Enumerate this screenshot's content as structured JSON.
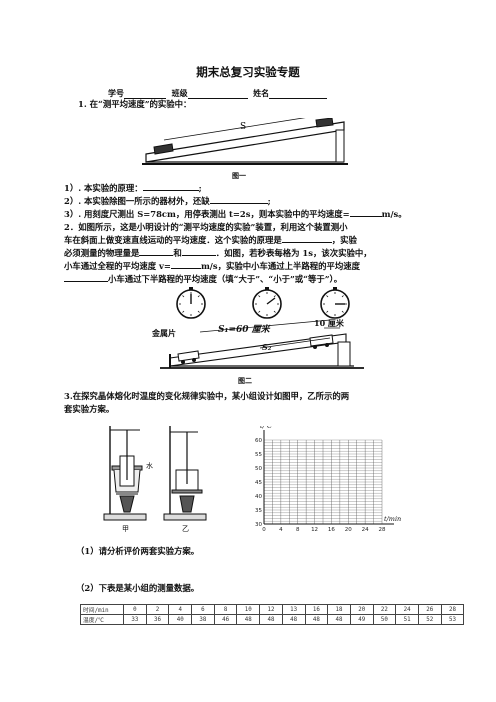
{
  "title": "期末总复习实验专题",
  "student": {
    "id_label": "学号",
    "class_label": "班级",
    "name_label": "姓名"
  },
  "q1": {
    "heading": "1. 在“测平均速度”的实验中：",
    "fig_label_s": "S",
    "fig_caption": "图一",
    "line1": "1）. 本实验的原理：",
    "line2": "2）. 本实验除图一所示的器材外，还缺",
    "line3a": "3）. 用刻度尺测出 S=78cm，用停表测出 t=2s，则本实验中的平均速度=",
    "line3b": "m/s。"
  },
  "q2": {
    "l1": "2．如图所示，这是小明设计的“测平均速度的实验”装置，利用这个装置测小",
    "l2": "车在斜面上做变速直线运动的平均速度．这个实验的原理是",
    "l2b": "，实验",
    "l3a": "必须测量的物理量是",
    "l3b": "和",
    "l3c": "．如图，若秒表每格为 1s，该次实验中，",
    "l4a": "小车通过全程的平均速度 v=",
    "l4b": "m/s，实验中小车通过上半路程的平均速度",
    "l5": "小车通过下半路程的平均速度（填“大于”、“小于”或“等于”）。",
    "label_metal": "金属片",
    "label_s1": "S₁=60 厘米",
    "label_s2": "S₂",
    "label_10cm": "10 厘米",
    "fig_caption": "图二"
  },
  "q3": {
    "l1": "3.在探究晶体熔化时温度的变化规律实验中，某小组设计如图甲，乙所示的两",
    "l2": "套实验方案。",
    "label_water": "水",
    "label_jia": "甲",
    "label_yi": "乙",
    "sub1": "（1）请分析评价两套实验方案。",
    "sub2": "（2）下表是某小组的测量数据。"
  },
  "chart_data": {
    "type": "grid",
    "ylabel": "t/℃",
    "xlabel": "t/min",
    "y_ticks": [
      30,
      35,
      40,
      45,
      50,
      55,
      60
    ],
    "x_ticks": [
      0,
      4,
      8,
      12,
      16,
      20,
      24,
      28
    ],
    "grid": true
  },
  "table": {
    "rows": [
      {
        "label": "时间/min",
        "cells": [
          "0",
          "2",
          "4",
          "6",
          "8",
          "10",
          "12",
          "13",
          "16",
          "18",
          "20",
          "22",
          "24",
          "26",
          "28"
        ]
      },
      {
        "label": "温度/℃",
        "cells": [
          "33",
          "36",
          "40",
          "38",
          "46",
          "48",
          "48",
          "48",
          "48",
          "48",
          "49",
          "50",
          "51",
          "52",
          "53"
        ]
      }
    ]
  }
}
